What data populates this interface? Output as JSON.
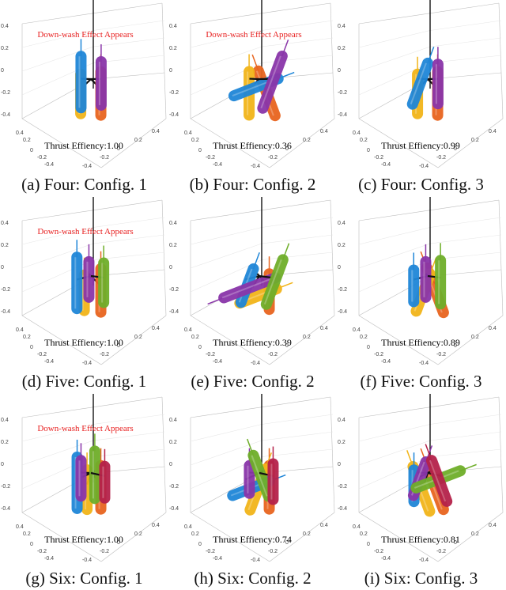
{
  "figure": {
    "panels": [
      {
        "caption": "(a) Four: Config. 1",
        "efficiency": "Thrust Effiency:1.00",
        "downwash": "Down-wash Effect Appears",
        "ticks": {
          "z": [
            "0.4",
            "0.2",
            "0",
            "-0.2",
            "-0.4"
          ],
          "x": [
            "0.4",
            "0.2",
            "0",
            "-0.2",
            "-0.4"
          ],
          "y": [
            "0.4",
            "0.2",
            "0",
            "-0.2",
            "-0.4"
          ]
        },
        "rotors": [
          {
            "color": "#e8651f",
            "dir": "up",
            "len": 0.55
          },
          {
            "color": "#f2b51a",
            "dir": "up",
            "len": 0.5
          },
          {
            "color": "#1f86d8",
            "dir": "up",
            "len": 0.65
          },
          {
            "color": "#8a35a9",
            "dir": "up",
            "len": 0.55
          }
        ]
      },
      {
        "caption": "(b) Four: Config. 2",
        "efficiency": "Thrust Effiency:0.36",
        "downwash": "Down-wash Effect Appears",
        "ticks": {
          "z": [
            "0.4",
            "0.2",
            "0",
            "-0.2",
            "-0.4"
          ],
          "x": [
            "0.4",
            "0.2",
            "0",
            "-0.2",
            "-0.4"
          ],
          "y": [
            "0.4",
            "0.2",
            "0",
            "-0.2",
            "-0.4"
          ]
        },
        "rotors": [
          {
            "color": "#e8651f",
            "dir": "tiltl",
            "len": 0.6
          },
          {
            "color": "#f2b51a",
            "dir": "up",
            "len": 0.55
          },
          {
            "color": "#1f86d8",
            "dir": "right",
            "len": 0.6
          },
          {
            "color": "#8a35a9",
            "dir": "tiltr",
            "len": 0.7
          }
        ]
      },
      {
        "caption": "(c) Four: Config. 3",
        "efficiency": "Thrust Effiency:0.99",
        "downwash": "",
        "ticks": {
          "z": [
            "0.4",
            "0.2",
            "0",
            "-0.2",
            "-0.4"
          ],
          "x": [
            "0.4",
            "0.2",
            "0",
            "-0.2",
            "-0.4"
          ],
          "y": [
            "0.4",
            "0.2",
            "0",
            "-0.2",
            "-0.4"
          ]
        },
        "rotors": [
          {
            "color": "#e8651f",
            "dir": "up",
            "len": 0.55
          },
          {
            "color": "#f2b51a",
            "dir": "up",
            "len": 0.5
          },
          {
            "color": "#1f86d8",
            "dir": "tiltr",
            "len": 0.55
          },
          {
            "color": "#8a35a9",
            "dir": "up",
            "len": 0.5
          }
        ]
      },
      {
        "caption": "(d) Five: Config. 1",
        "efficiency": "Thrust Effiency:1.00",
        "downwash": "Down-wash Effect Appears",
        "ticks": {
          "z": [
            "0.4",
            "0.2",
            "0",
            "-0.2",
            "-0.4"
          ],
          "x": [
            "0.4",
            "0.2",
            "0",
            "-0.2",
            "-0.4"
          ],
          "y": [
            "0.4",
            "0.2",
            "0",
            "-0.2",
            "-0.4"
          ]
        },
        "rotors": [
          {
            "color": "#e8651f",
            "dir": "up",
            "len": 0.55
          },
          {
            "color": "#f2b51a",
            "dir": "up",
            "len": 0.45
          },
          {
            "color": "#1f86d8",
            "dir": "up",
            "len": 0.65
          },
          {
            "color": "#8a35a9",
            "dir": "up",
            "len": 0.45
          },
          {
            "color": "#6fae2a",
            "dir": "up",
            "len": 0.5
          }
        ]
      },
      {
        "caption": "(e) Five: Config. 2",
        "efficiency": "Thrust Effiency:0.39",
        "downwash": "",
        "ticks": {
          "z": [
            "0.4",
            "0.2",
            "0",
            "-0.2",
            "-0.4"
          ],
          "x": [
            "0.4",
            "0.2",
            "0",
            "-0.2",
            "-0.4"
          ],
          "y": [
            "0.4",
            "0.2",
            "0",
            "-0.2",
            "-0.4"
          ]
        },
        "rotors": [
          {
            "color": "#e8651f",
            "dir": "up",
            "len": 0.45
          },
          {
            "color": "#f2b51a",
            "dir": "right",
            "len": 0.5
          },
          {
            "color": "#1f86d8",
            "dir": "tiltr",
            "len": 0.45
          },
          {
            "color": "#8a35a9",
            "dir": "left",
            "len": 0.7
          },
          {
            "color": "#6fae2a",
            "dir": "tiltr",
            "len": 0.6
          }
        ]
      },
      {
        "caption": "(f) Five: Config. 3",
        "efficiency": "Thrust Effiency:0.89",
        "downwash": "",
        "ticks": {
          "z": [
            "0.4",
            "0.2",
            "0",
            "-0.2",
            "-0.4"
          ],
          "x": [
            "0.4",
            "0.2",
            "0",
            "-0.2",
            "-0.4"
          ],
          "y": [
            "0.4",
            "0.2",
            "0",
            "-0.2",
            "-0.4"
          ]
        },
        "rotors": [
          {
            "color": "#e8651f",
            "dir": "tiltl",
            "len": 0.6
          },
          {
            "color": "#f2b51a",
            "dir": "tiltr",
            "len": 0.5
          },
          {
            "color": "#1f86d8",
            "dir": "up",
            "len": 0.4
          },
          {
            "color": "#8a35a9",
            "dir": "up",
            "len": 0.45
          },
          {
            "color": "#6fae2a",
            "dir": "up",
            "len": 0.55
          }
        ]
      },
      {
        "caption": "(g) Six: Config. 1",
        "efficiency": "Thrust Effiency:1.00",
        "downwash": "Down-wash Effect Appears",
        "ticks": {
          "z": [
            "0.4",
            "0.2",
            "0",
            "-0.2",
            "-0.4"
          ],
          "x": [
            "0.4",
            "0.2",
            "0",
            "-0.2",
            "-0.4"
          ],
          "y": [
            "0.4",
            "0.2",
            "0",
            "-0.2",
            "-0.4"
          ]
        },
        "rotors": [
          {
            "color": "#e8651f",
            "dir": "up",
            "len": 0.55
          },
          {
            "color": "#f2b51a",
            "dir": "up",
            "len": 0.5
          },
          {
            "color": "#1f86d8",
            "dir": "up",
            "len": 0.65
          },
          {
            "color": "#8a35a9",
            "dir": "up",
            "len": 0.45
          },
          {
            "color": "#6fae2a",
            "dir": "up",
            "len": 0.6
          },
          {
            "color": "#b5224a",
            "dir": "up",
            "len": 0.4
          }
        ]
      },
      {
        "caption": "(h) Six: Config. 2",
        "efficiency": "Thrust Effiency:0.74",
        "downwash": "",
        "ticks": {
          "z": [
            "0.4",
            "0.2",
            "0",
            "-0.2",
            "-0.4"
          ],
          "x": [
            "0.4",
            "0.2",
            "0",
            "-0.2",
            "-0.4"
          ],
          "y": [
            "0.4",
            "0.2",
            "0",
            "-0.2",
            "-0.4"
          ]
        },
        "rotors": [
          {
            "color": "#e8651f",
            "dir": "up",
            "len": 0.55
          },
          {
            "color": "#f2b51a",
            "dir": "tiltr",
            "len": 0.55
          },
          {
            "color": "#1f86d8",
            "dir": "right",
            "len": 0.5
          },
          {
            "color": "#8a35a9",
            "dir": "up",
            "len": 0.35
          },
          {
            "color": "#6fae2a",
            "dir": "tiltl",
            "len": 0.55
          },
          {
            "color": "#b5224a",
            "dir": "up",
            "len": 0.45
          }
        ]
      },
      {
        "caption": "(i) Six: Config. 3",
        "efficiency": "Thrust Effiency:0.81",
        "downwash": "",
        "ticks": {
          "z": [
            "0.4",
            "0.2",
            "0",
            "-0.2",
            "-0.4"
          ],
          "x": [
            "0.4",
            "0.2",
            "0",
            "-0.2",
            "-0.4"
          ],
          "y": [
            "0.4",
            "0.2",
            "0",
            "-0.2",
            "-0.4"
          ]
        },
        "rotors": [
          {
            "color": "#e8651f",
            "dir": "tiltl",
            "len": 0.6
          },
          {
            "color": "#f2b51a",
            "dir": "tiltl",
            "len": 0.6
          },
          {
            "color": "#1f86d8",
            "dir": "up",
            "len": 0.4
          },
          {
            "color": "#8a35a9",
            "dir": "tiltr",
            "len": 0.45
          },
          {
            "color": "#6fae2a",
            "dir": "right",
            "len": 0.6
          },
          {
            "color": "#b5224a",
            "dir": "tiltl",
            "len": 0.55
          }
        ]
      }
    ]
  }
}
